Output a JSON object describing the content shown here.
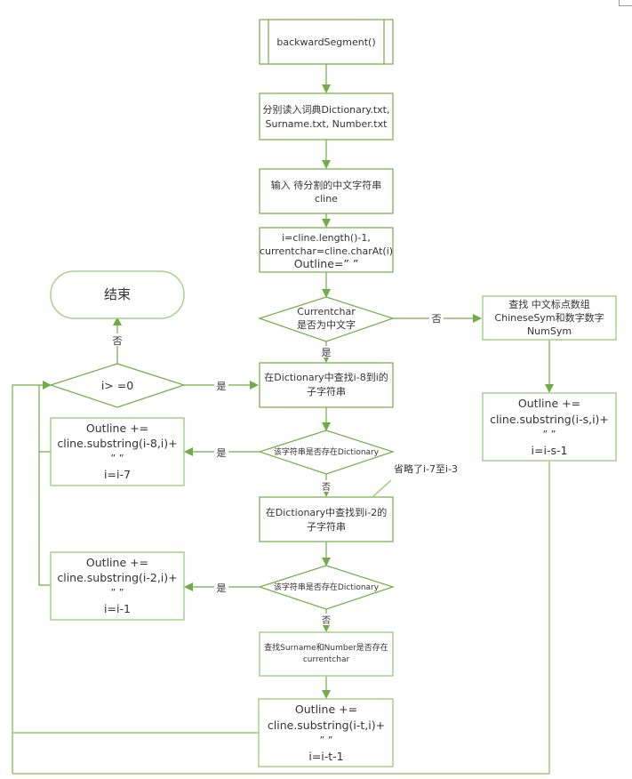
{
  "diagram": {
    "title": "backwardSegment flowchart",
    "colors": {
      "stroke": "#70ad47",
      "stroke_light": "#a9d18e",
      "text": "#333333",
      "background": "#ffffff"
    },
    "nodes": {
      "start": {
        "type": "subprocess",
        "lines": [
          "backwardSegment()"
        ]
      },
      "read_dicts": {
        "type": "process",
        "lines": [
          "分别读入词典Dictionary.txt,",
          "Surname.txt, Number.txt"
        ]
      },
      "input_string": {
        "type": "process",
        "lines": [
          "输入 待分割的中文字符串",
          "cline"
        ]
      },
      "init_vars": {
        "type": "process",
        "lines": [
          "i=cline.length()-1,",
          "currentchar=cline.charAt(i)",
          "Outline=”  ”"
        ]
      },
      "is_chinese": {
        "type": "decision",
        "lines": [
          "Currentchar",
          "是否为中文字"
        ]
      },
      "find_symbols": {
        "type": "process",
        "lines": [
          "查找 中文标点数组",
          "ChineseSym和数字数字",
          "NumSym"
        ]
      },
      "append_sym": {
        "type": "process",
        "lines": [
          "Outline +=",
          "cline.substring(i-s,i)+",
          "”   ”",
          "i=i-s-1"
        ]
      },
      "end": {
        "type": "terminator",
        "lines": [
          "结束"
        ]
      },
      "loop_check": {
        "type": "decision",
        "lines": [
          "i> =0"
        ]
      },
      "find_i8": {
        "type": "process",
        "lines": [
          "在Dictionary中查找i-8到i的",
          "子字符串"
        ]
      },
      "exists_i8": {
        "type": "decision",
        "lines": [
          "该字符串是否存在Dictionary"
        ]
      },
      "append_i8": {
        "type": "process",
        "lines": [
          "Outline +=",
          "cline.substring(i-8,i)+",
          "”   ”",
          "i=i-7"
        ]
      },
      "find_i2": {
        "type": "process",
        "lines": [
          "在Dictionary中查找到i-2的",
          "子字符串"
        ]
      },
      "exists_i2": {
        "type": "decision",
        "lines": [
          "该字符串是否存在Dictionary"
        ]
      },
      "append_i2": {
        "type": "process",
        "lines": [
          "Outline +=",
          "cline.substring(i-2,i)+",
          "”   ”",
          "i=i-1"
        ]
      },
      "find_surname_number": {
        "type": "process",
        "lines": [
          "查找Surname和Number是否存在",
          "currentchar"
        ]
      },
      "append_t": {
        "type": "process",
        "lines": [
          "Outline +=",
          "cline.substring(i-t,i)+",
          "”   ”",
          "i=i-t-1"
        ]
      }
    },
    "edge_labels": {
      "is_chinese_no": "否",
      "is_chinese_yes": "是",
      "loop_no": "否",
      "loop_yes": "是",
      "exists_i8_yes": "是",
      "exists_i8_no": "否",
      "exists_i2_yes": "是",
      "exists_i2_no": "否"
    },
    "annotation": "省略了i-7至i-3"
  }
}
